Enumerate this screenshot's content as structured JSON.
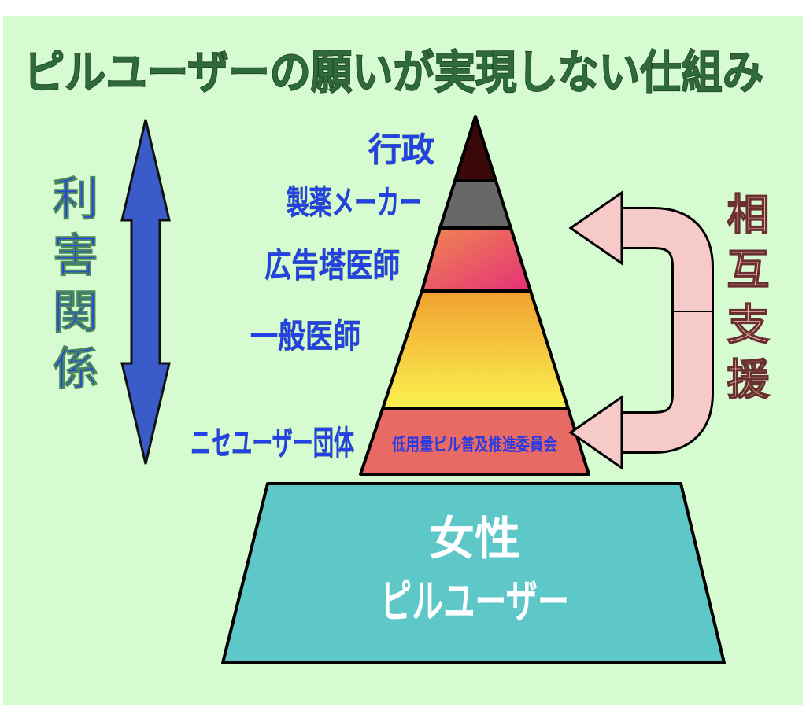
{
  "title": "ピルユーザーの願いが実現しない仕組み",
  "left_label": "利害関係",
  "right_label": "相互支援",
  "pyramid": {
    "layers": [
      {
        "label": "行政",
        "color": "#3a0808"
      },
      {
        "label": "製薬メーカー",
        "color": "#686868"
      },
      {
        "label": "広告塔医師",
        "color": "#e8406a"
      },
      {
        "label": "一般医師",
        "color": "#f4c030"
      },
      {
        "label": "ニセユーザー団体",
        "color": "#e86a64"
      }
    ],
    "committee_label": "低用量ピル普及推進委員会",
    "base_line1": "女性",
    "base_line2": "ピルユーザー",
    "base_color": "#5ec8c8"
  },
  "colors": {
    "background": "#d6fbd0",
    "arrow_blue": "#3a5cc8",
    "arrow_pink": "#f5cac8"
  }
}
